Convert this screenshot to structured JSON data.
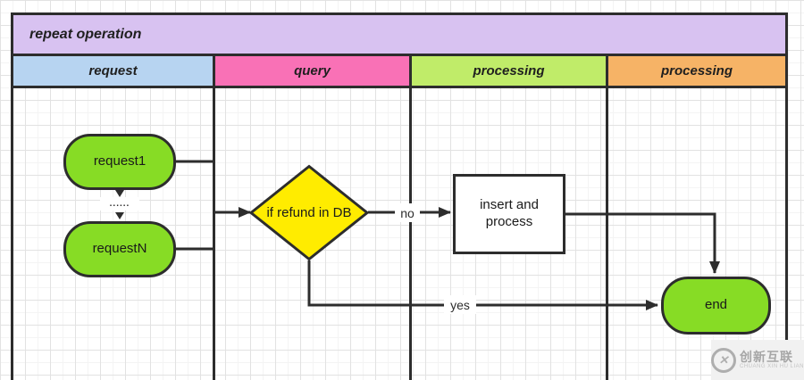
{
  "diagram": {
    "title": "repeat operation",
    "lanes": [
      {
        "label": "request",
        "color": "#b7d4f1"
      },
      {
        "label": "query",
        "color": "#f971b6"
      },
      {
        "label": "processing",
        "color": "#c0ec69"
      },
      {
        "label": "processing",
        "color": "#f6b366"
      }
    ],
    "nodes": {
      "request1": {
        "label": "request1",
        "shape": "rounded",
        "color": "#87dc25"
      },
      "requestN": {
        "label": "requestN",
        "shape": "rounded",
        "color": "#87dc25"
      },
      "decision": {
        "label": "if refund in DB",
        "shape": "diamond",
        "color": "#ffec00"
      },
      "insert": {
        "label": "insert and process",
        "shape": "rect",
        "color": "#ffffff"
      },
      "end": {
        "label": "end",
        "shape": "rounded",
        "color": "#87dc25"
      }
    },
    "edges": [
      {
        "from": "request1",
        "to": "requestN",
        "style": "dotted",
        "label": "......"
      },
      {
        "from": "request1",
        "to": "decision",
        "label": ""
      },
      {
        "from": "requestN",
        "to": "decision",
        "label": ""
      },
      {
        "from": "decision",
        "to": "insert",
        "label": "no"
      },
      {
        "from": "insert",
        "to": "end",
        "label": ""
      },
      {
        "from": "decision",
        "to": "end",
        "label": "yes"
      }
    ],
    "colors": {
      "title_bg": "#d8c2f1",
      "line": "#2d2d2d",
      "grid_major": "#e2e2e2",
      "grid_minor": "#f4f4f4"
    }
  },
  "watermark": {
    "name": "创新互联",
    "subtitle": "CHUANG XIN HU LIAN",
    "logo_glyph": "✕"
  }
}
